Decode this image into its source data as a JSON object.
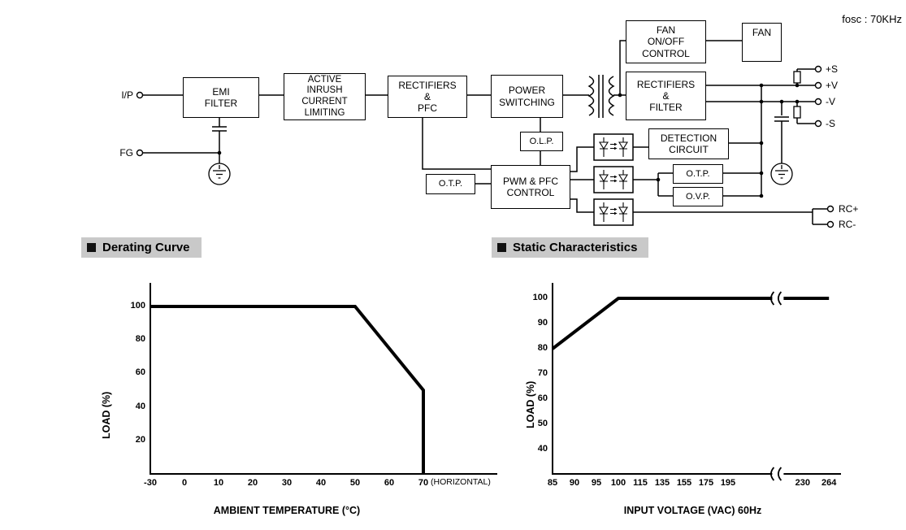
{
  "diagram": {
    "fosc_label": "fosc : 70KHz",
    "terminals": {
      "ip": "I/P",
      "fg": "FG",
      "plus_s": "+S",
      "plus_v": "+V",
      "minus_v": "-V",
      "minus_s": "-S",
      "rc_plus": "RC+",
      "rc_minus": "RC-"
    },
    "boxes": {
      "emi": "EMI\nFILTER",
      "inrush": "ACTIVE\nINRUSH\nCURRENT\nLIMITING",
      "rect_pfc": "RECTIFIERS\n&\nPFC",
      "power_switching": "POWER\nSWITCHING",
      "fan_control": "FAN\nON/OFF\nCONTROL",
      "fan": "FAN",
      "rect_filter": "RECTIFIERS\n&\nFILTER",
      "olp": "O.L.P.",
      "otp_left": "O.T.P.",
      "pwm": "PWM & PFC\nCONTROL",
      "detection": "DETECTION\nCIRCUIT",
      "otp_right": "O.T.P.",
      "ovp": "O.V.P."
    }
  },
  "sections": {
    "derating": "Derating Curve",
    "static": "Static Characteristics"
  },
  "chart_data": [
    {
      "type": "line",
      "title": "Derating Curve",
      "xlabel": "AMBIENT TEMPERATURE (°C)",
      "ylabel": "LOAD (%)",
      "x_note": "(HORIZONTAL)",
      "xticks": [
        -30,
        0,
        10,
        20,
        30,
        40,
        50,
        60,
        70
      ],
      "yticks": [
        20,
        40,
        60,
        80,
        100
      ],
      "ylim": [
        0,
        110
      ],
      "grid": false,
      "series": [
        {
          "name": "load",
          "points": [
            [
              -30,
              100
            ],
            [
              50,
              100
            ],
            [
              70,
              50
            ],
            [
              70,
              0
            ]
          ]
        }
      ]
    },
    {
      "type": "line",
      "title": "Static Characteristics",
      "xlabel": "INPUT VOLTAGE (VAC) 60Hz",
      "ylabel": "LOAD (%)",
      "xticks": [
        85,
        90,
        95,
        100,
        115,
        135,
        155,
        175,
        195,
        230,
        264
      ],
      "yticks": [
        40,
        50,
        60,
        70,
        80,
        90,
        100
      ],
      "ylim": [
        30,
        105
      ],
      "grid": false,
      "tick_positions": [
        0,
        1,
        2,
        3,
        4,
        5,
        6,
        7,
        8,
        11.4,
        12.6
      ],
      "break_position": 10.2,
      "series": [
        {
          "name": "load",
          "points": [
            [
              85,
              80
            ],
            [
              100,
              100
            ],
            [
              264,
              100
            ]
          ]
        }
      ]
    }
  ]
}
